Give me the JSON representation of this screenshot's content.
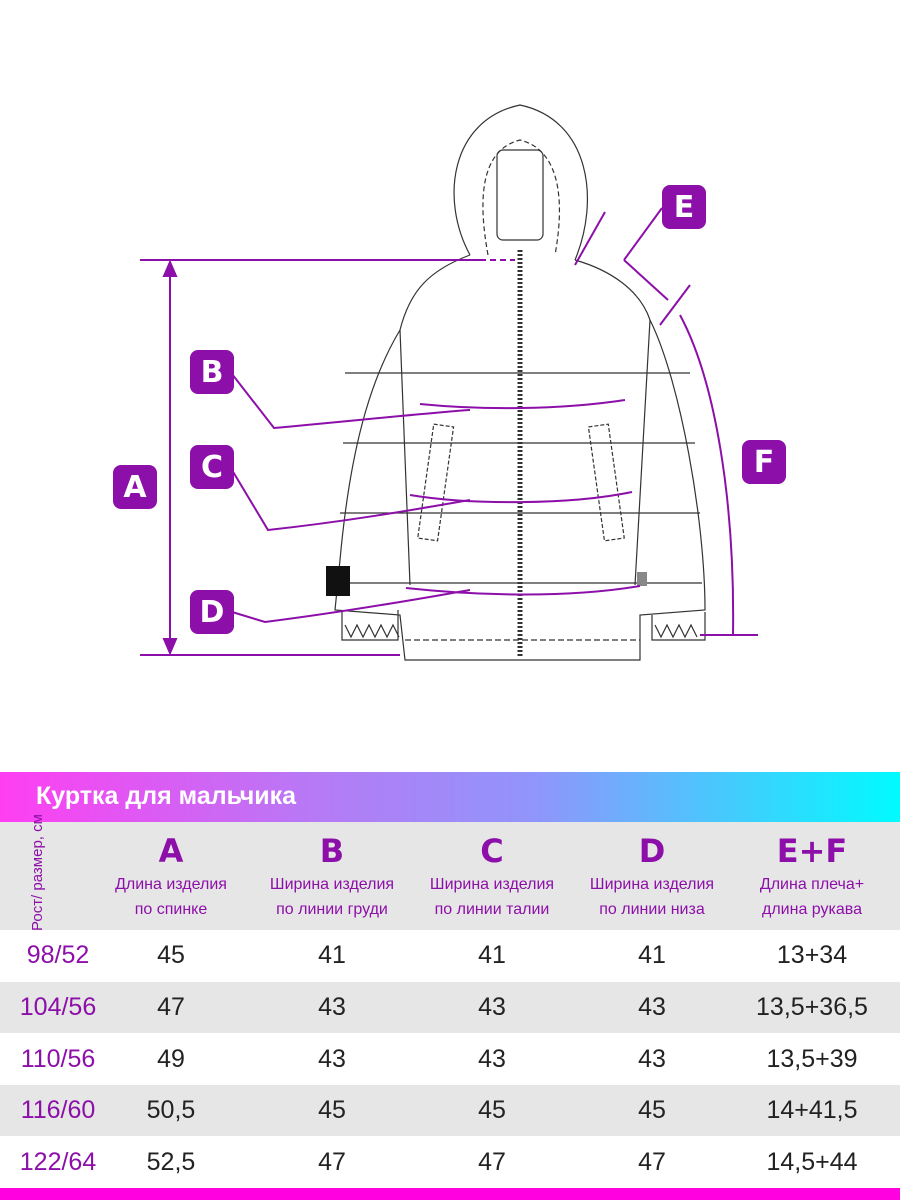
{
  "diagram": {
    "labels": {
      "a": "A",
      "b": "B",
      "c": "C",
      "d": "D",
      "e": "E",
      "f": "F"
    }
  },
  "colors": {
    "accent": "#8d0fa9",
    "bottom_bar": "#ff00e1"
  },
  "table": {
    "title": "Куртка для мальчика",
    "size_header": "Рост/ размер, см",
    "columns": [
      {
        "letter": "A",
        "line1": "Длина изделия",
        "line2": "по спинке"
      },
      {
        "letter": "B",
        "line1": "Ширина изделия",
        "line2": "по линии груди"
      },
      {
        "letter": "C",
        "line1": "Ширина изделия",
        "line2": "по линии талии"
      },
      {
        "letter": "D",
        "line1": "Ширина изделия",
        "line2": "по линии низа"
      },
      {
        "letter": "E+F",
        "line1": "Длина плеча+",
        "line2": "длина рукава"
      }
    ],
    "rows": [
      {
        "size": "98/52",
        "a": "45",
        "b": "41",
        "c": "41",
        "d": "41",
        "ef": "13+34"
      },
      {
        "size": "104/56",
        "a": "47",
        "b": "43",
        "c": "43",
        "d": "43",
        "ef": "13,5+36,5"
      },
      {
        "size": "110/56",
        "a": "49",
        "b": "43",
        "c": "43",
        "d": "43",
        "ef": "13,5+39"
      },
      {
        "size": "116/60",
        "a": "50,5",
        "b": "45",
        "c": "45",
        "d": "45",
        "ef": "14+41,5"
      },
      {
        "size": "122/64",
        "a": "52,5",
        "b": "47",
        "c": "47",
        "d": "47",
        "ef": "14,5+44"
      }
    ]
  }
}
